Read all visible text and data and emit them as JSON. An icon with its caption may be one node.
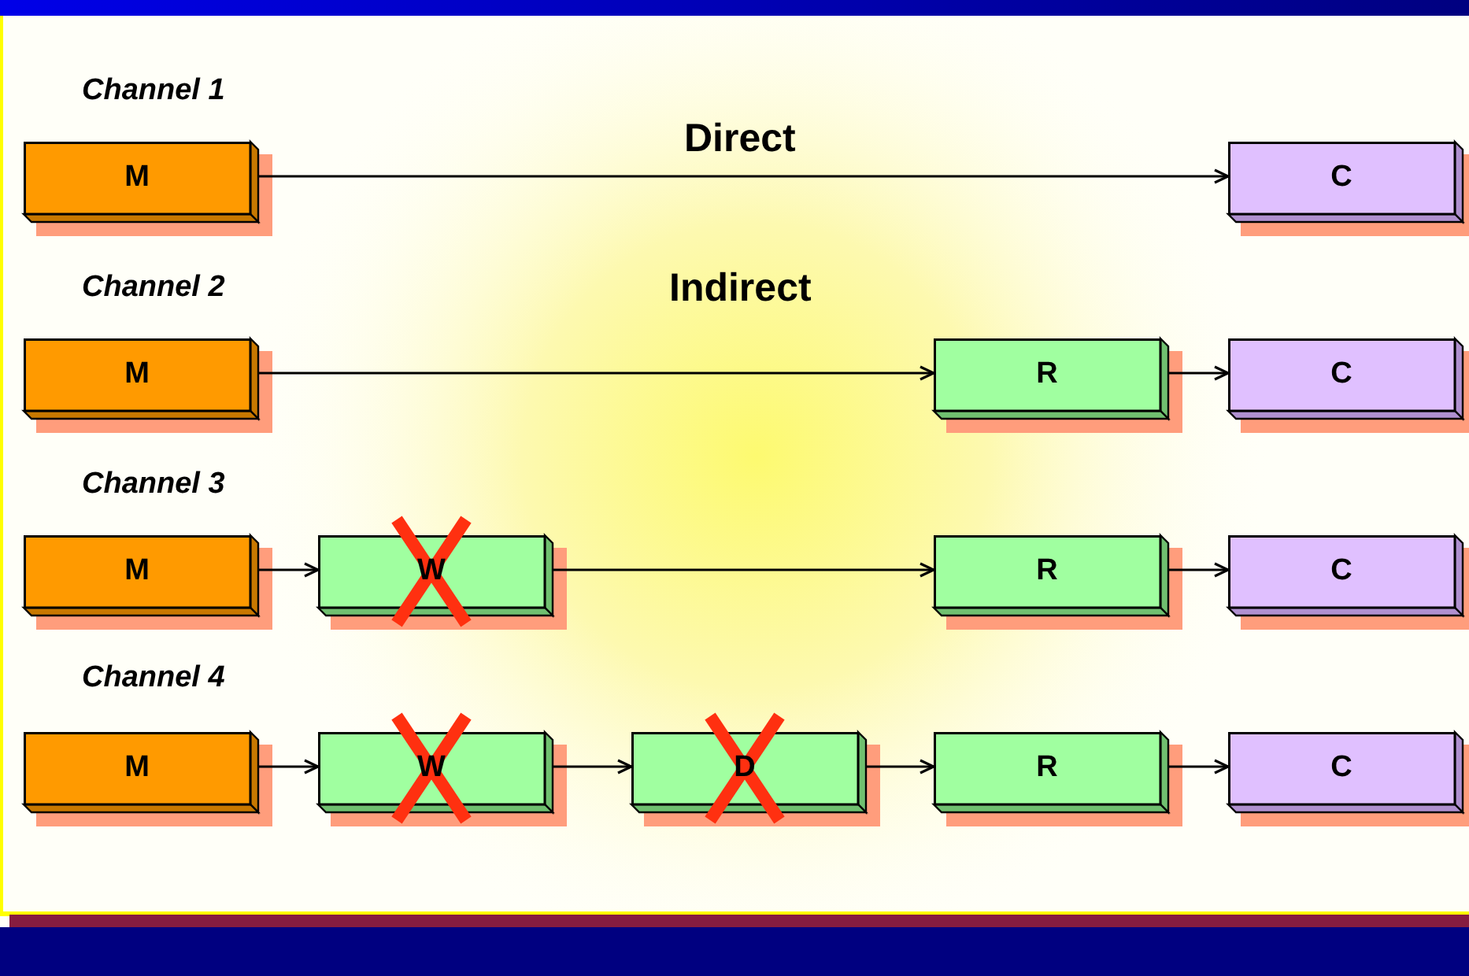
{
  "diagram": {
    "nodes": [
      {
        "text": [
          "M"
        ]
      },
      {
        "text": [
          "C"
        ]
      },
      {
        "text": [
          "M"
        ]
      },
      {
        "text": [
          "R"
        ]
      },
      {
        "text": [
          "C"
        ]
      },
      {
        "text": [
          "M"
        ]
      },
      {
        "text": [
          "W"
        ]
      },
      {
        "text": [
          "R"
        ]
      },
      {
        "text": [
          "C"
        ]
      },
      {
        "text": [
          "M"
        ]
      },
      {
        "text": [
          "W"
        ]
      },
      {
        "text": [
          "D"
        ]
      },
      {
        "text": [
          "R"
        ]
      },
      {
        "text": [
          "C"
        ]
      }
    ],
    "edges": [
      {
        "from": 0,
        "to": 1,
        "arrow": "to"
      },
      {
        "from": 2,
        "to": 3,
        "arrow": "to"
      },
      {
        "from": 3,
        "to": 4,
        "arrow": "to"
      },
      {
        "from": 5,
        "to": 6,
        "arrow": "to"
      },
      {
        "from": 6,
        "to": 7,
        "arrow": "to"
      },
      {
        "from": 7,
        "to": 8,
        "arrow": "to"
      },
      {
        "from": 9,
        "to": 10,
        "arrow": "to"
      },
      {
        "from": 10,
        "to": 11,
        "arrow": "to"
      },
      {
        "from": 11,
        "to": 12,
        "arrow": "to"
      },
      {
        "from": 12,
        "to": 13,
        "arrow": "to"
      }
    ],
    "labels": [
      "Channel 1",
      "Direct",
      "Channel 2",
      "Indirect",
      "Channel 3",
      "Channel 4"
    ]
  }
}
